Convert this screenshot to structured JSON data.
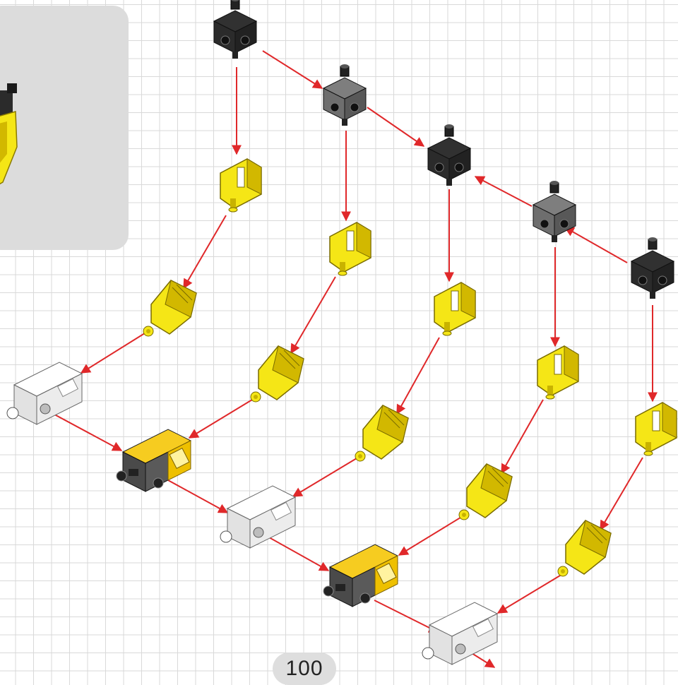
{
  "colors": {
    "arrow": "#e0282a",
    "yellow": "#f5e616",
    "yellow_side": "#d2b800",
    "black_block": "#2b2b2b",
    "gray_block": "#6e6e6e",
    "white_block": "#ececec",
    "orange_block": "#eec000"
  },
  "page_badge": "100",
  "blocks": [
    {
      "id": "b-top1",
      "type": "hub-black"
    },
    {
      "id": "b-top2",
      "type": "hub-gray"
    },
    {
      "id": "b-top3",
      "type": "hub-black"
    },
    {
      "id": "b-top4",
      "type": "hub-gray"
    },
    {
      "id": "b-top5",
      "type": "hub-black"
    },
    {
      "id": "b-y1a",
      "type": "bracket-yellow"
    },
    {
      "id": "b-y2a",
      "type": "bracket-yellow"
    },
    {
      "id": "b-y3a",
      "type": "bracket-yellow"
    },
    {
      "id": "b-y4a",
      "type": "bracket-yellow"
    },
    {
      "id": "b-y5a",
      "type": "bracket-yellow"
    },
    {
      "id": "b-y1b",
      "type": "angle-yellow"
    },
    {
      "id": "b-y2b",
      "type": "angle-yellow"
    },
    {
      "id": "b-y3b",
      "type": "angle-yellow"
    },
    {
      "id": "b-y4b",
      "type": "angle-yellow"
    },
    {
      "id": "b-y5b",
      "type": "angle-yellow"
    },
    {
      "id": "b-w1",
      "type": "connector-white"
    },
    {
      "id": "b-d1",
      "type": "combo-dark-yellow"
    },
    {
      "id": "b-w2",
      "type": "connector-white"
    },
    {
      "id": "b-d2",
      "type": "combo-dark-yellow"
    },
    {
      "id": "b-w3",
      "type": "connector-white"
    }
  ]
}
